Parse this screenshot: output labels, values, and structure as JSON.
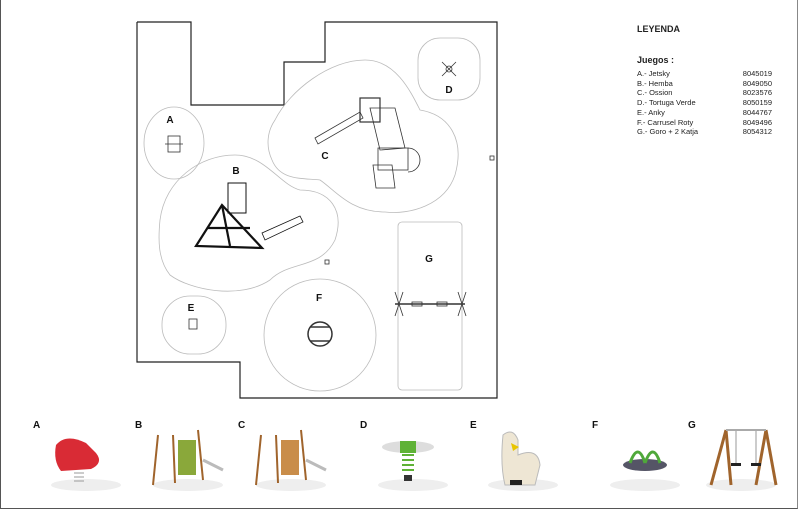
{
  "legend": {
    "title": "LEYENDA",
    "subtitle": "Juegos :",
    "items": [
      {
        "label": "A.- Jetsky",
        "code": "8045019"
      },
      {
        "label": "B.- Hemba",
        "code": "8049050"
      },
      {
        "label": "C.- Ossion",
        "code": "8023576"
      },
      {
        "label": "D.- Tortuga Verde",
        "code": "8050159"
      },
      {
        "label": "E.- Anky",
        "code": "8044767"
      },
      {
        "label": "F.- Carrusel Roty",
        "code": "8049496"
      },
      {
        "label": "G.- Goro + 2 Katja",
        "code": "8054312"
      }
    ]
  },
  "plan_labels": {
    "a": "A",
    "b": "B",
    "c": "C",
    "d": "D",
    "e": "E",
    "f": "F",
    "g": "G"
  },
  "thumbnails": [
    {
      "letter": "A",
      "color": "#d92b35"
    },
    {
      "letter": "B",
      "color": "#a0642c"
    },
    {
      "letter": "C",
      "color": "#a0642c"
    },
    {
      "letter": "D",
      "color": "#5fb236"
    },
    {
      "letter": "E",
      "color": "#eee6d4"
    },
    {
      "letter": "F",
      "color": "#4fa83a"
    },
    {
      "letter": "G",
      "color": "#a0642c"
    }
  ]
}
